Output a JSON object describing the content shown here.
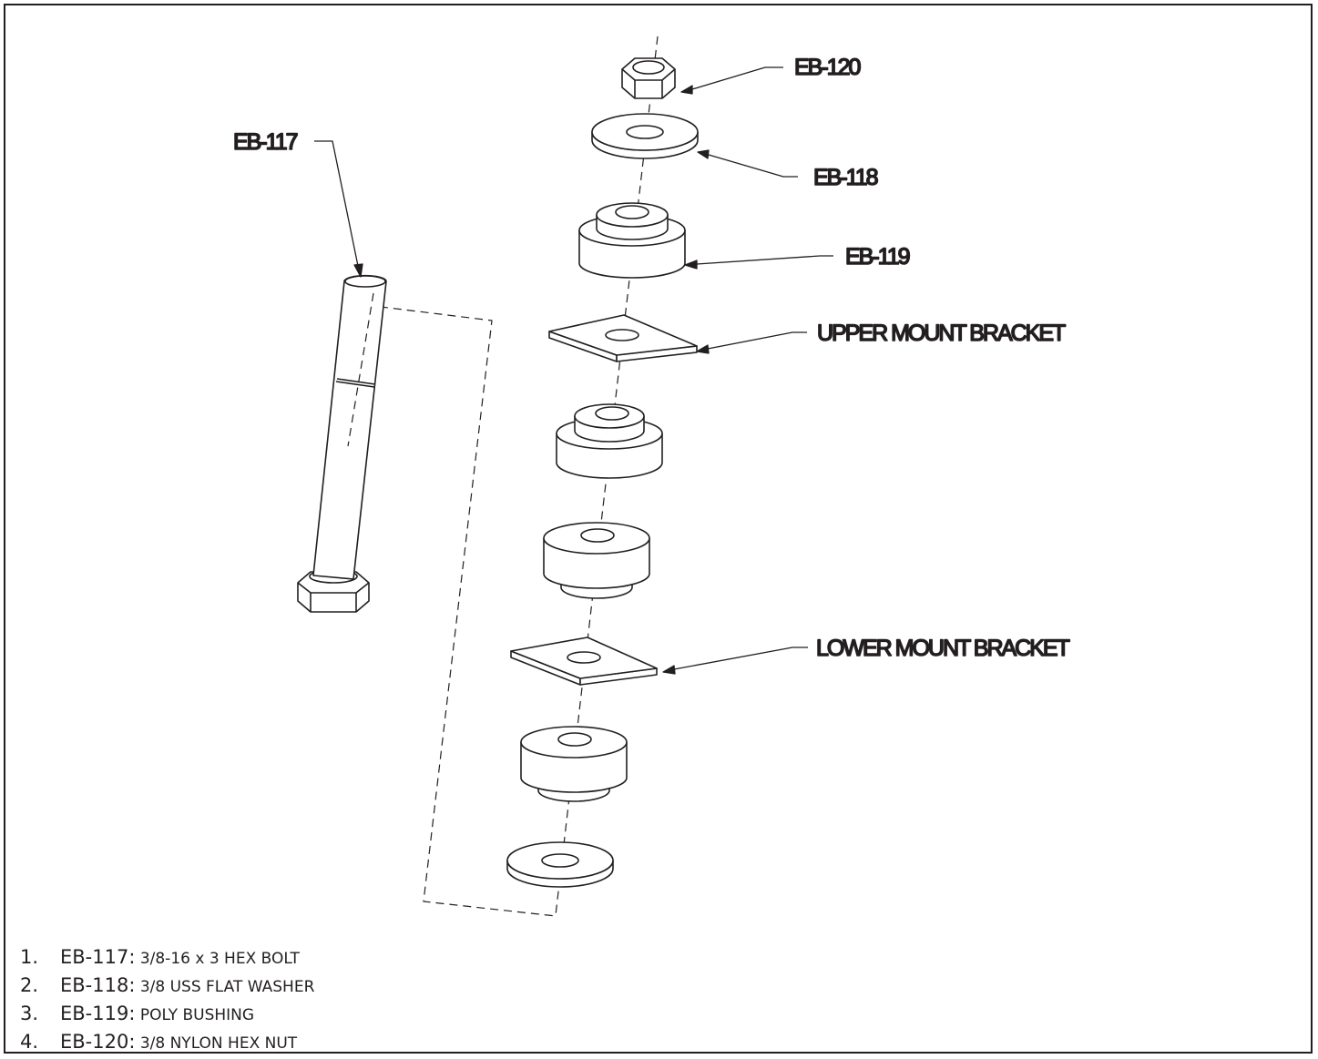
{
  "callouts": {
    "eb120": "EB-120",
    "eb118": "EB-118",
    "eb119": "EB-119",
    "eb117": "EB-117",
    "upper_bracket": "UPPER MOUNT BRACKET",
    "lower_bracket": "LOWER MOUNT BRACKET"
  },
  "parts_list": [
    {
      "num": "1.",
      "code": "EB-117:",
      "desc": " 3/8-16 x 3 HEX BOLT"
    },
    {
      "num": "2.",
      "code": "EB-118:",
      "desc": " 3/8 USS FLAT WASHER"
    },
    {
      "num": "3.",
      "code": "EB-119:",
      "desc": " POLY BUSHING"
    },
    {
      "num": "4.",
      "code": "EB-120:",
      "desc": " 3/8 NYLON HEX NUT"
    }
  ],
  "colors": {
    "ink": "#231f20",
    "background": "#ffffff"
  }
}
